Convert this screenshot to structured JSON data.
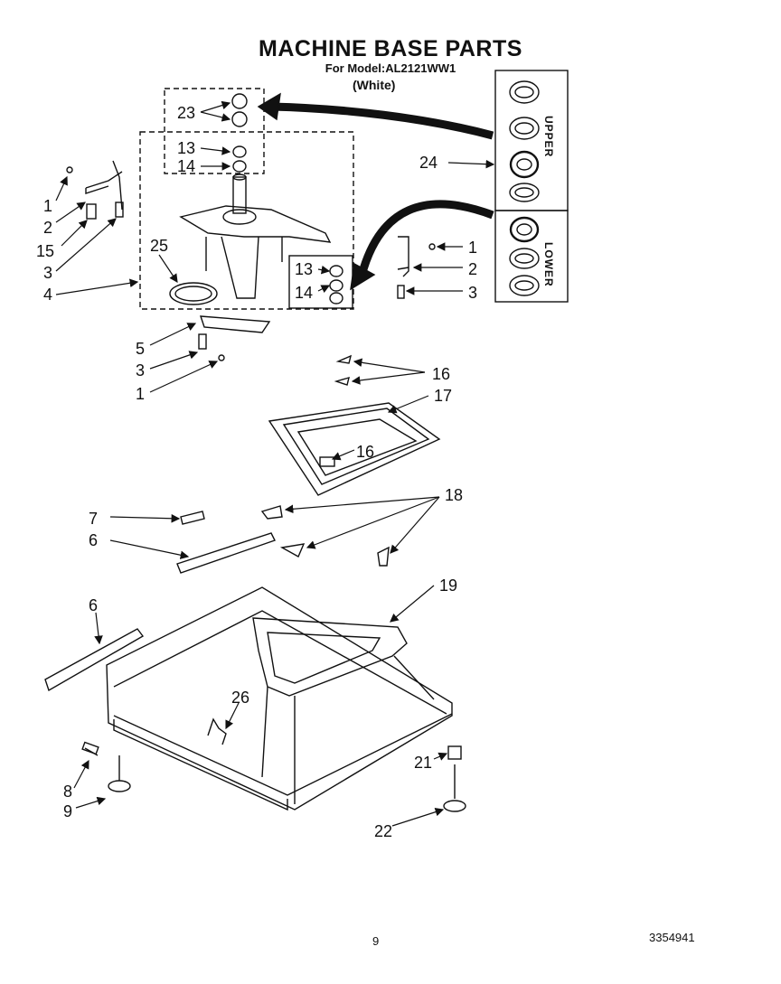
{
  "header": {
    "title": "MACHINE BASE PARTS",
    "model": "For Model:AL2121WW1",
    "color_note": "(White)"
  },
  "inset_labels": {
    "upper": "UPPER",
    "lower": "LOWER"
  },
  "callouts": [
    "1",
    "2",
    "3",
    "4",
    "5",
    "6",
    "7",
    "8",
    "9",
    "13",
    "14",
    "15",
    "16",
    "17",
    "18",
    "19",
    "21",
    "22",
    "23",
    "24",
    "25",
    "26"
  ],
  "footer": {
    "page_number": "9",
    "document_number": "3354941"
  }
}
